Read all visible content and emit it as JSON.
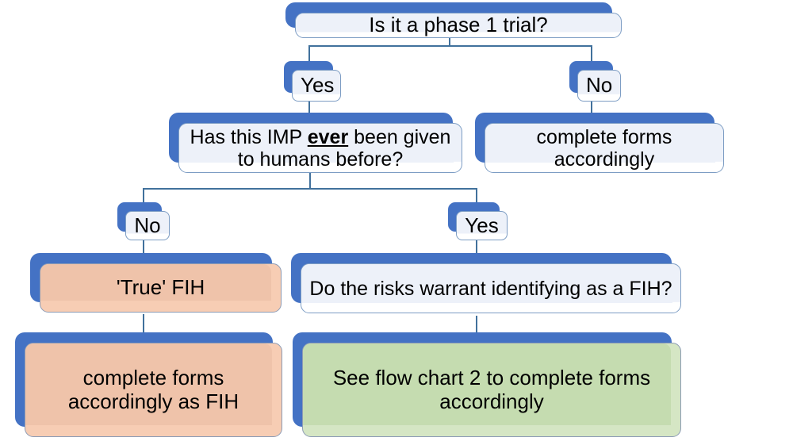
{
  "diagram": {
    "title_node": {
      "id": "root",
      "text": "Is it a phase 1 trial?",
      "style": "blue"
    },
    "branch_labels": {
      "yes_top": "Yes",
      "no_top": "No",
      "no_second": "No",
      "yes_second": "Yes"
    },
    "nodes": {
      "q_ever_part1": "Has this IMP ",
      "q_ever_emph": "ever",
      "q_ever_part2": " been given to humans before?",
      "complete_forms_accordingly": "complete forms accordingly",
      "true_fih": "'True' FIH",
      "q_risks": "Do the risks warrant identifying as a FIH?",
      "complete_forms_as_fih": "complete forms accordingly as FIH",
      "see_flow_chart_2": "See flow chart 2 to complete forms accordingly"
    },
    "colors": {
      "shadow_blue": "#4472C4",
      "box_blue_fill": "#EDF1F9",
      "box_peach_fill": "#F2C9AF",
      "box_green_fill": "#CFE2BC",
      "connector": "#41719C",
      "text": "#000000"
    }
  }
}
